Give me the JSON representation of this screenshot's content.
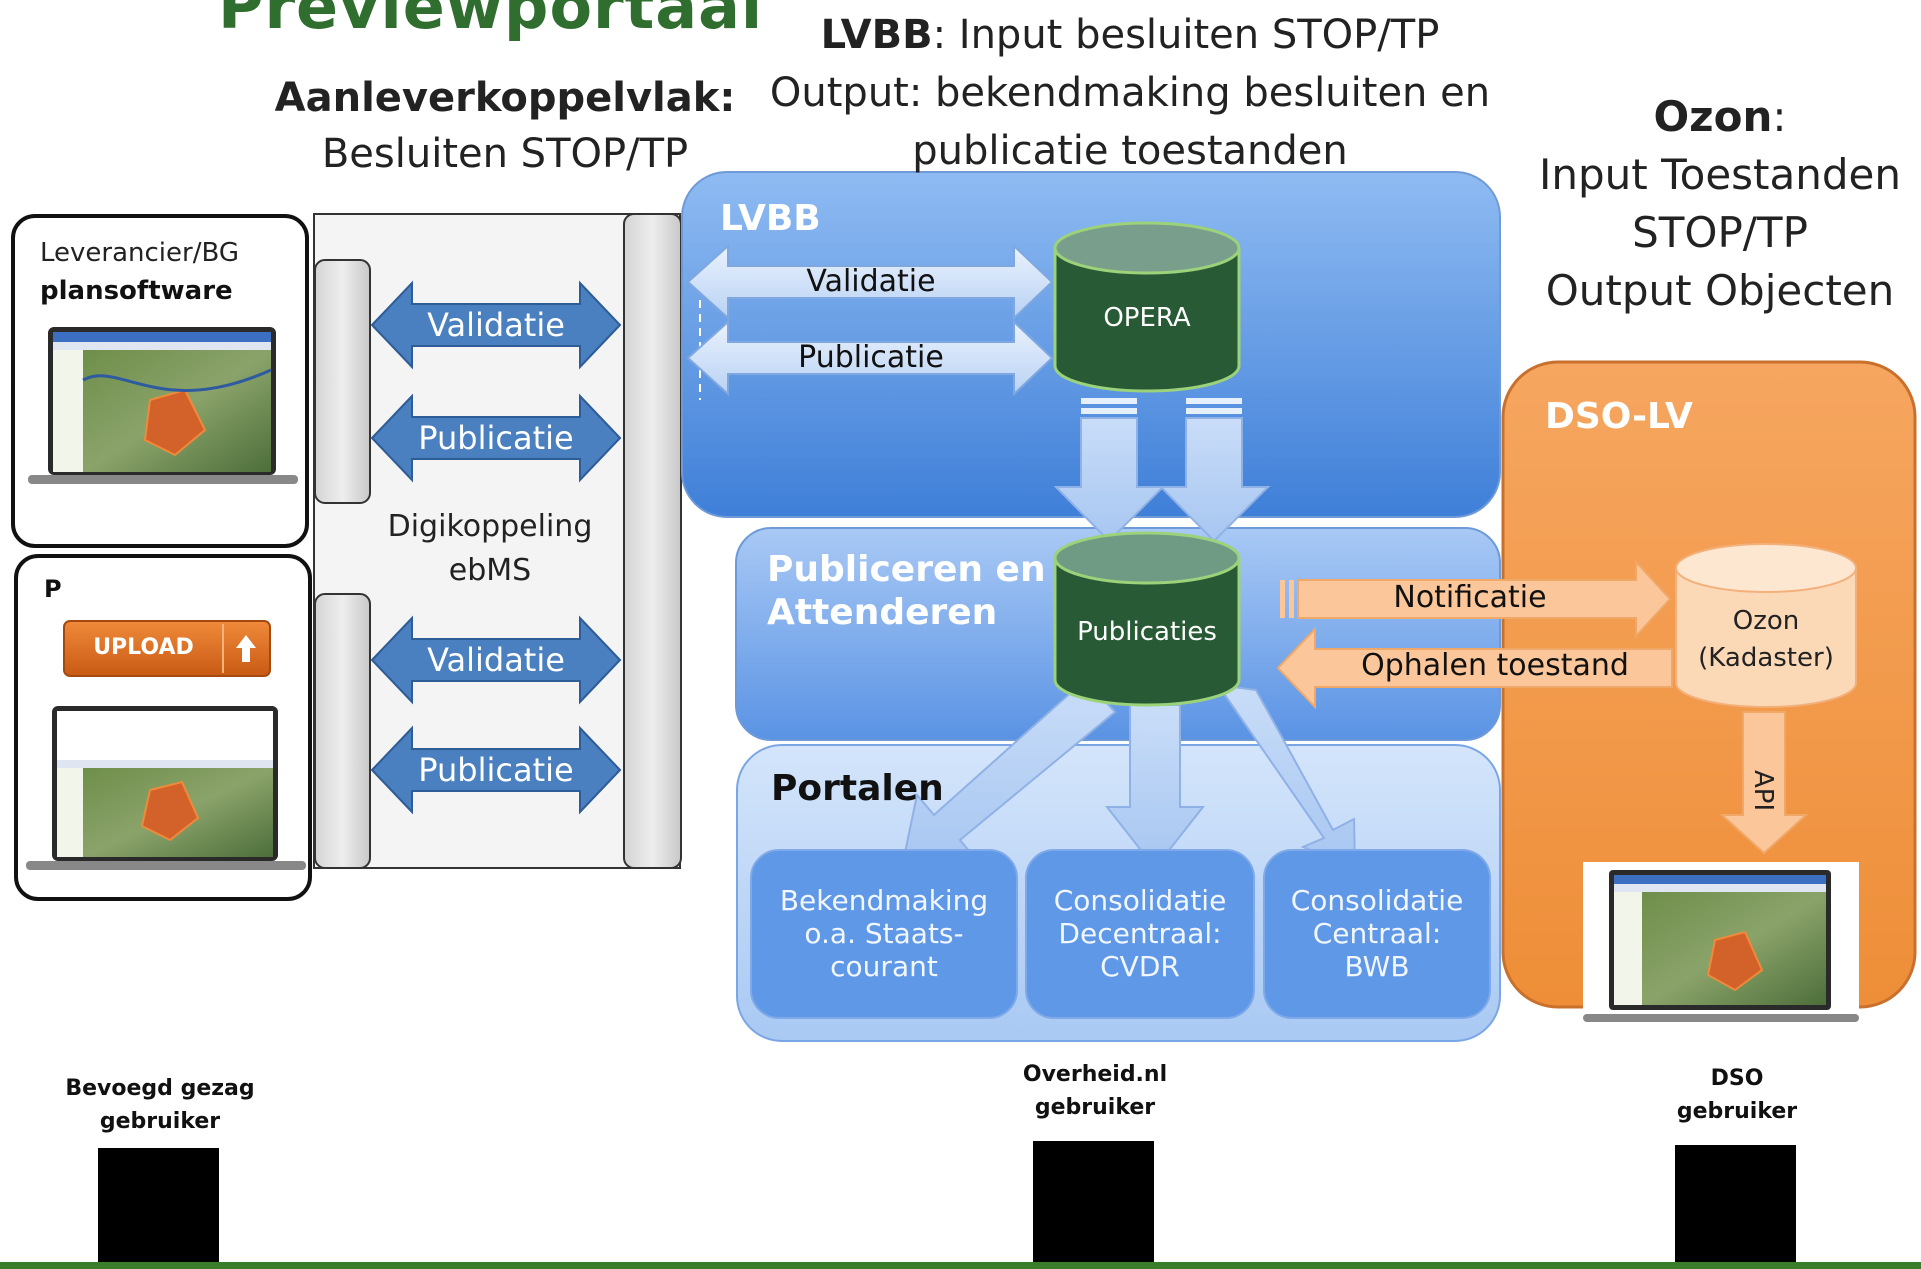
{
  "title": "Previewportaal",
  "header": {
    "lvbb_strong": "LVBB",
    "lvbb_line1_rest": ": Input besluiten STOP/TP",
    "lvbb_line2": "Output: bekendmaking besluiten en",
    "lvbb_line3": "publicatie toestanden",
    "aanlever_strong": "Aanleverkoppelvlak:",
    "aanlever_line2": "Besluiten STOP/TP",
    "ozon_strong": "Ozon",
    "ozon_colon": ":",
    "ozon_line2": "Input Toestanden",
    "ozon_line3": "STOP/TP",
    "ozon_line4": "Output Objecten"
  },
  "supplier_panel": {
    "line1": "Leverancier/BG",
    "line2": "plansoftware"
  },
  "preview_panel": {
    "letter": "P",
    "upload_label": "UPLOAD"
  },
  "digikoppeling": {
    "line1": "Digikoppeling",
    "line2": "ebMS",
    "arrows": [
      "Validatie",
      "Publicatie",
      "Validatie",
      "Publicatie"
    ]
  },
  "lvbb_block": {
    "label": "LVBB",
    "arrow_validatie": "Validatie",
    "arrow_publicatie": "Publicatie",
    "opera": "OPERA"
  },
  "publiceren_block": {
    "label_line1": "Publiceren en",
    "label_line2": "Attenderen",
    "db": "Publicaties",
    "notificatie": "Notificatie",
    "ophalen": "Ophalen toestand"
  },
  "portalen_block": {
    "label": "Portalen",
    "boxes": [
      {
        "l1": "Bekendmaking",
        "l2": "o.a. Staats-",
        "l3": "courant"
      },
      {
        "l1": "Consolidatie",
        "l2": "Decentraal:",
        "l3": "CVDR"
      },
      {
        "l1": "Consolidatie",
        "l2": "Centraal:",
        "l3": "BWB"
      }
    ]
  },
  "dso_block": {
    "label": "DSO-LV",
    "ozon_l1": "Ozon",
    "ozon_l2": "(Kadaster)",
    "api": "API"
  },
  "users": {
    "bg_l1": "Bevoegd gezag",
    "bg_l2": "gebruiker",
    "ov_l1": "Overheid.nl",
    "ov_l2": "gebruiker",
    "dso_l1": "DSO",
    "dso_l2": "gebruiker"
  },
  "colors": {
    "title_green": "#2f6e2f",
    "lvbb_blue": "#5b95e6",
    "arrow_blue": "#4a7fc0",
    "db_green": "#275a35",
    "dso_orange": "#f29a48",
    "peach": "#fbc79a",
    "bottom_green": "#3a7d2a"
  }
}
